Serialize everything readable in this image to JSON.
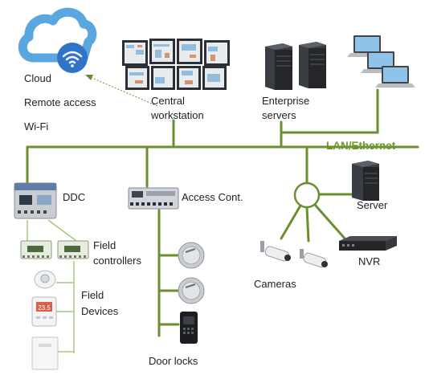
{
  "cloud": {
    "label": "Cloud",
    "remote_access": "Remote access",
    "wifi": "Wi-Fi"
  },
  "workstation": {
    "line1": "Central",
    "line2": "workstation"
  },
  "enterprise": {
    "line1": "Enterprise",
    "line2": "servers"
  },
  "network": {
    "label": "LAN/Ethernet"
  },
  "ddc": {
    "label": "DDC"
  },
  "access": {
    "label": "Access Cont."
  },
  "server": {
    "label": "Server"
  },
  "field_controllers": {
    "line1": "Field",
    "line2": "controllers"
  },
  "field_devices": {
    "line1": "Field",
    "line2": "Devices"
  },
  "nvr": {
    "label": "NVR"
  },
  "cameras": {
    "label": "Cameras"
  },
  "door_locks": {
    "label": "Door locks"
  },
  "colors": {
    "line": "#6b8f2e",
    "cloud": "#5aa7e0",
    "wifi_badge": "#2f74c9",
    "label_green": "#6a9a2f"
  }
}
